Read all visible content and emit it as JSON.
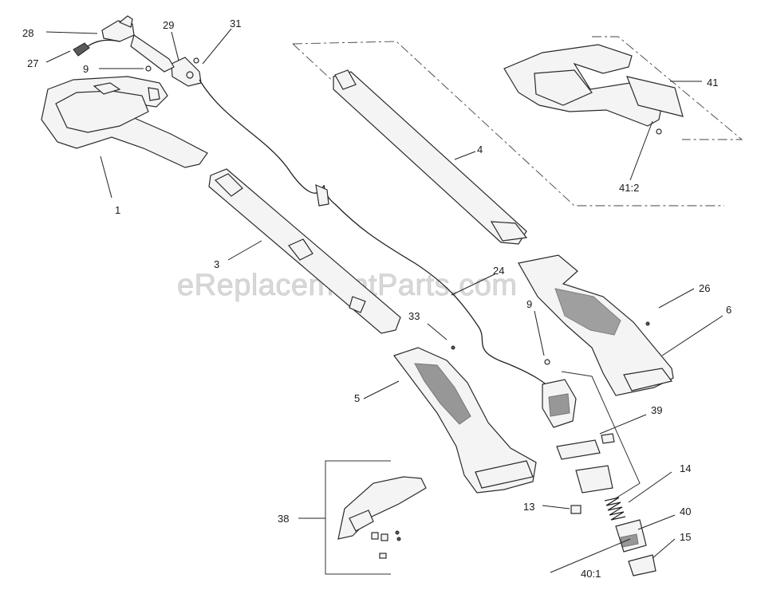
{
  "watermark": "eReplacementParts.com",
  "callouts": [
    {
      "id": "28",
      "text": "28"
    },
    {
      "id": "27",
      "text": "27"
    },
    {
      "id": "29",
      "text": "29"
    },
    {
      "id": "31",
      "text": "31"
    },
    {
      "id": "9a",
      "text": "9"
    },
    {
      "id": "1",
      "text": "1"
    },
    {
      "id": "3",
      "text": "3"
    },
    {
      "id": "4",
      "text": "4"
    },
    {
      "id": "41",
      "text": "41"
    },
    {
      "id": "41-2",
      "text": "41:2"
    },
    {
      "id": "24",
      "text": "24"
    },
    {
      "id": "26",
      "text": "26"
    },
    {
      "id": "6",
      "text": "6"
    },
    {
      "id": "9b",
      "text": "9"
    },
    {
      "id": "33",
      "text": "33"
    },
    {
      "id": "5",
      "text": "5"
    },
    {
      "id": "39",
      "text": "39"
    },
    {
      "id": "14",
      "text": "14"
    },
    {
      "id": "13",
      "text": "13"
    },
    {
      "id": "40",
      "text": "40"
    },
    {
      "id": "15",
      "text": "15"
    },
    {
      "id": "40-1",
      "text": "40:1"
    },
    {
      "id": "38",
      "text": "38"
    }
  ]
}
